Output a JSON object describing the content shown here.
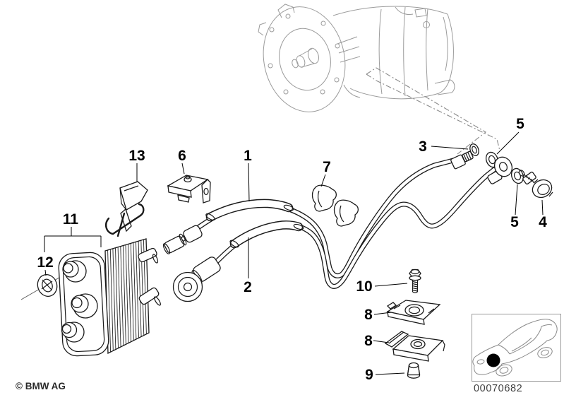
{
  "footer": {
    "copyright": "© BMW AG"
  },
  "plate": {
    "number": "00070682"
  },
  "callouts": {
    "c1": {
      "label": "1"
    },
    "c2": {
      "label": "2"
    },
    "c3": {
      "label": "3"
    },
    "c4": {
      "label": "4"
    },
    "c5a": {
      "label": "5"
    },
    "c5b": {
      "label": "5"
    },
    "c6": {
      "label": "6"
    },
    "c7": {
      "label": "7"
    },
    "c8a": {
      "label": "8"
    },
    "c8b": {
      "label": "8"
    },
    "c9": {
      "label": "9"
    },
    "c10": {
      "label": "10"
    },
    "c11": {
      "label": "11"
    },
    "c12": {
      "label": "12"
    },
    "c13": {
      "label": "13"
    }
  },
  "colors": {
    "line": "#1a1a1a",
    "ghost": "#9b9b9b",
    "leader_dash": "#8a8a8a",
    "background": "#ffffff"
  }
}
